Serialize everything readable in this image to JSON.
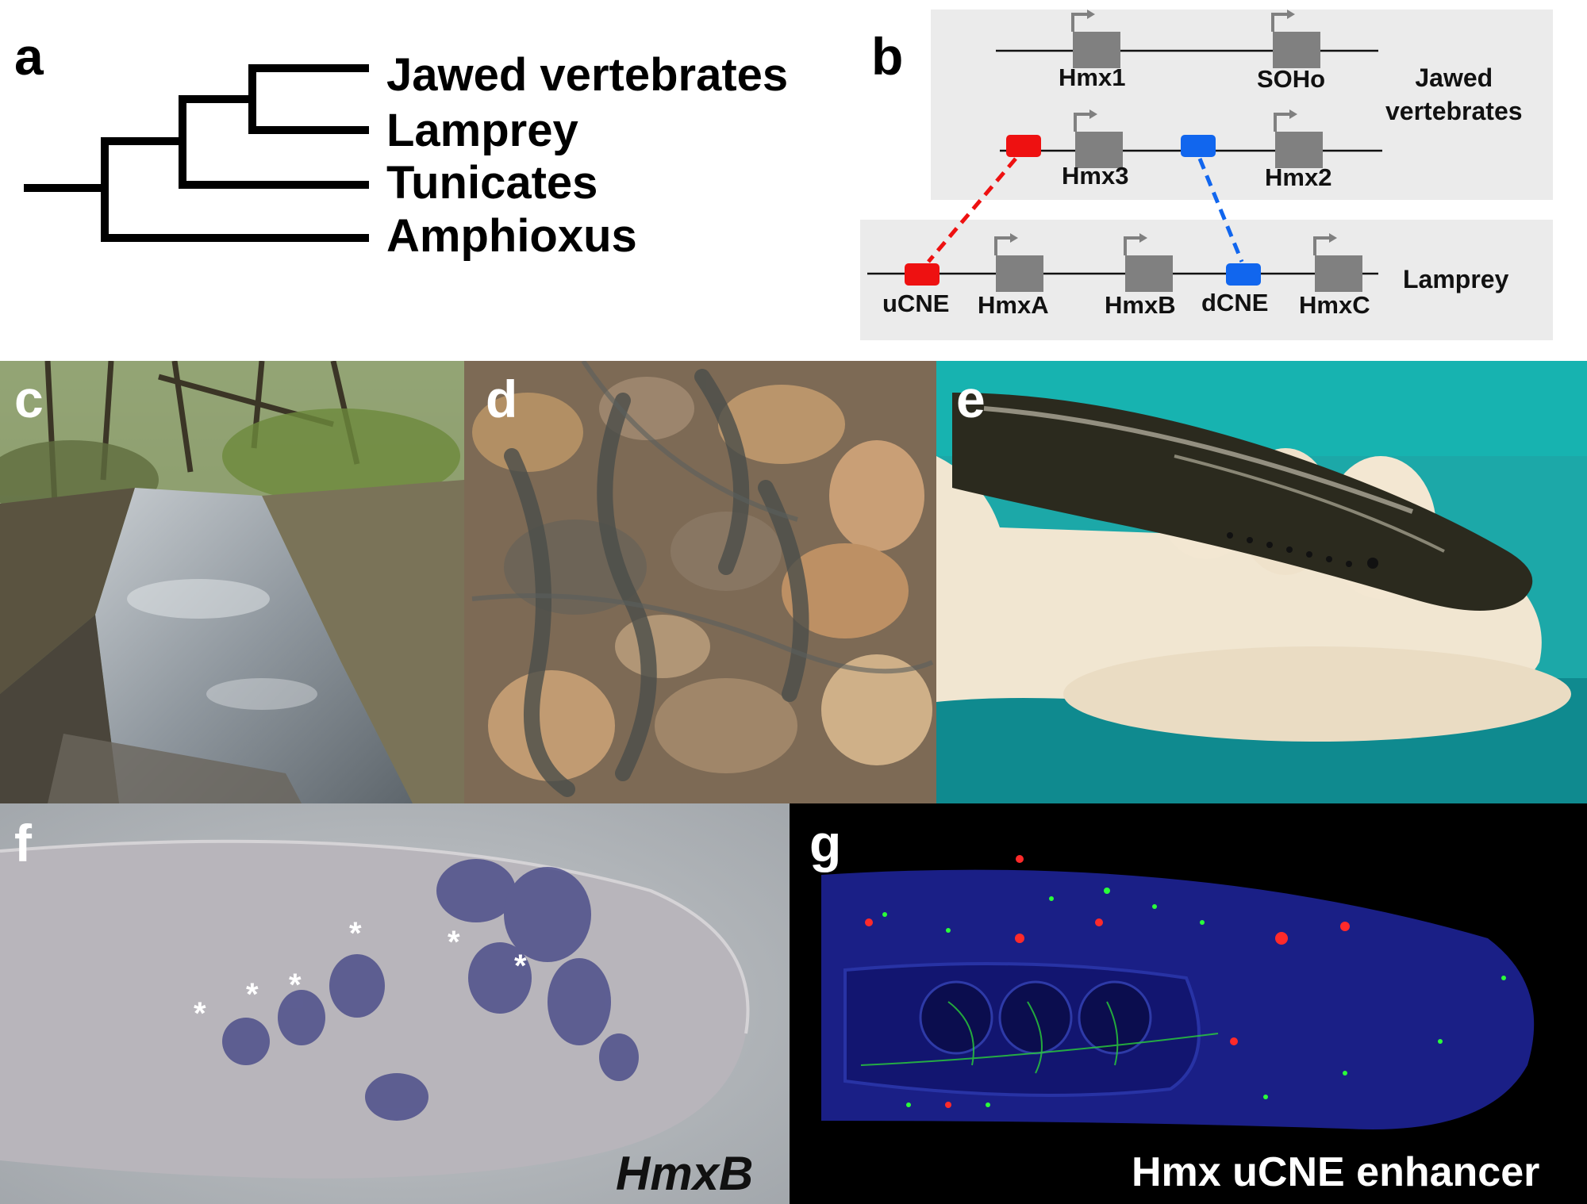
{
  "panels": {
    "a": {
      "letter": "a",
      "taxa": [
        "Jawed vertebrates",
        "Lamprey",
        "Tunicates",
        "Amphioxus"
      ]
    },
    "b": {
      "letter": "b",
      "jawed_label": "Jawed\nvertebrates",
      "lamprey_label": "Lamprey",
      "jawed_row1_genes": [
        "Hmx1",
        "SOHo"
      ],
      "jawed_row2_genes": [
        "Hmx3",
        "Hmx2"
      ],
      "lamprey_elements": [
        "uCNE",
        "HmxA",
        "HmxB",
        "dCNE",
        "HmxC"
      ],
      "colors": {
        "ucne": "#ee1111",
        "dcne": "#1166ee",
        "gene": "#808080",
        "box": "#ebebeb"
      }
    },
    "c": {
      "letter": "c"
    },
    "d": {
      "letter": "d"
    },
    "e": {
      "letter": "e"
    },
    "f": {
      "letter": "f",
      "caption": "HmxB",
      "marker": "*"
    },
    "g": {
      "letter": "g",
      "caption": "Hmx uCNE enhancer"
    }
  }
}
